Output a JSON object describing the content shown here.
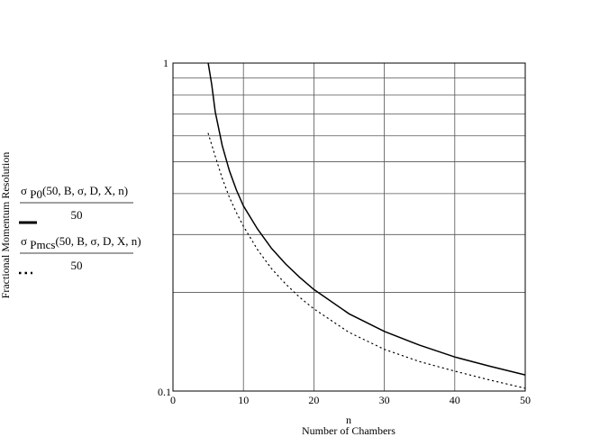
{
  "chart_data": {
    "type": "line",
    "title": "",
    "xlabel_top": "n",
    "xlabel": "Number of Chambers",
    "ylabel": "Fractional Momentum Resolution",
    "xlim": [
      0,
      50
    ],
    "ylim": [
      0.1,
      1
    ],
    "yscale": "log",
    "grid": true,
    "x_ticks": [
      0,
      10,
      20,
      30,
      40,
      50
    ],
    "y_tick_labels": [
      "1",
      "0.1"
    ],
    "legend_placement": "left",
    "series": [
      {
        "name_main": "σ P0(50, B, σ, D, X, n)",
        "name_sym": "σ",
        "name_sub": "P0",
        "name_args": "(50, B, σ, D, X, n)",
        "denominator": "50",
        "line_style": "solid",
        "x": [
          5,
          5.5,
          6,
          7,
          8,
          9,
          10,
          12,
          14,
          16,
          18,
          20,
          25,
          30,
          35,
          40,
          45,
          50
        ],
        "y": [
          1.0,
          0.86,
          0.71,
          0.56,
          0.47,
          0.41,
          0.367,
          0.312,
          0.272,
          0.244,
          0.222,
          0.204,
          0.172,
          0.152,
          0.138,
          0.127,
          0.119,
          0.112
        ]
      },
      {
        "name_main": "σ Pmcs(50, B, σ, D, X, n)",
        "name_sym": "σ",
        "name_sub": "Pmcs",
        "name_args": "(50, B, σ, D, X, n)",
        "denominator": "50",
        "line_style": "dotted",
        "x": [
          5,
          6,
          7,
          8,
          9,
          10,
          12,
          14,
          16,
          18,
          20,
          25,
          30,
          35,
          40,
          45,
          50
        ],
        "y": [
          0.61,
          0.52,
          0.445,
          0.39,
          0.35,
          0.318,
          0.27,
          0.236,
          0.212,
          0.193,
          0.178,
          0.151,
          0.134,
          0.123,
          0.115,
          0.108,
          0.102
        ]
      }
    ]
  }
}
